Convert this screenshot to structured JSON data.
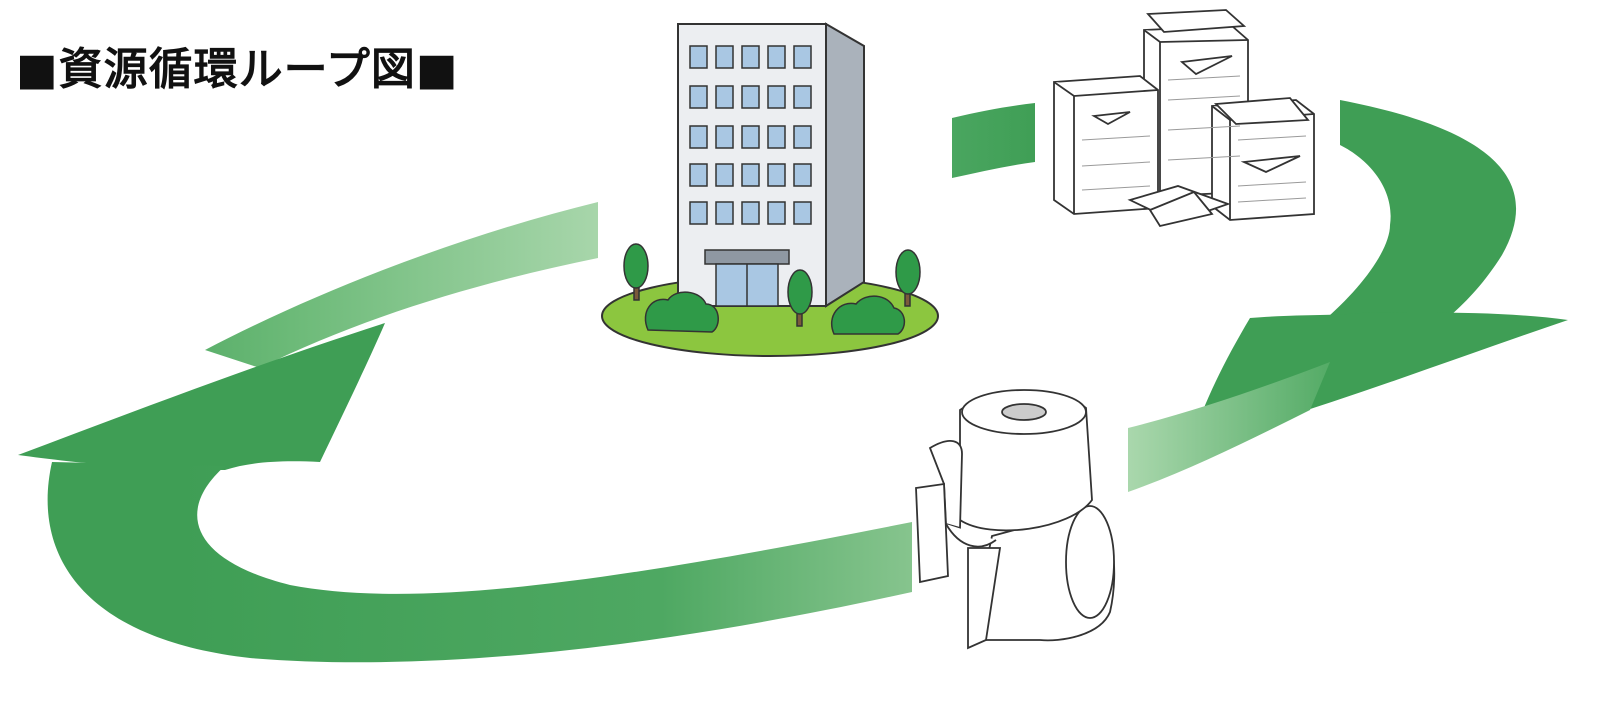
{
  "diagram": {
    "title": "■資源循環ループ図■",
    "colors": {
      "arrow": "#3f9e55",
      "arrow_light": "#9bcf9e",
      "lawn": "#8cc63f",
      "tree": "#2f9a48",
      "building_face": "#eceef1",
      "building_side": "#aab2bb",
      "window": "#a9c7e3",
      "outline": "#333333",
      "paper": "#ffffff",
      "paper_core": "#cccccc"
    },
    "nodes": [
      {
        "id": "office-building",
        "icon": "office-building-icon"
      },
      {
        "id": "waste-paper",
        "icon": "waste-paper-stack-icon"
      },
      {
        "id": "recycled-product",
        "icon": "toilet-paper-rolls-icon"
      }
    ]
  }
}
